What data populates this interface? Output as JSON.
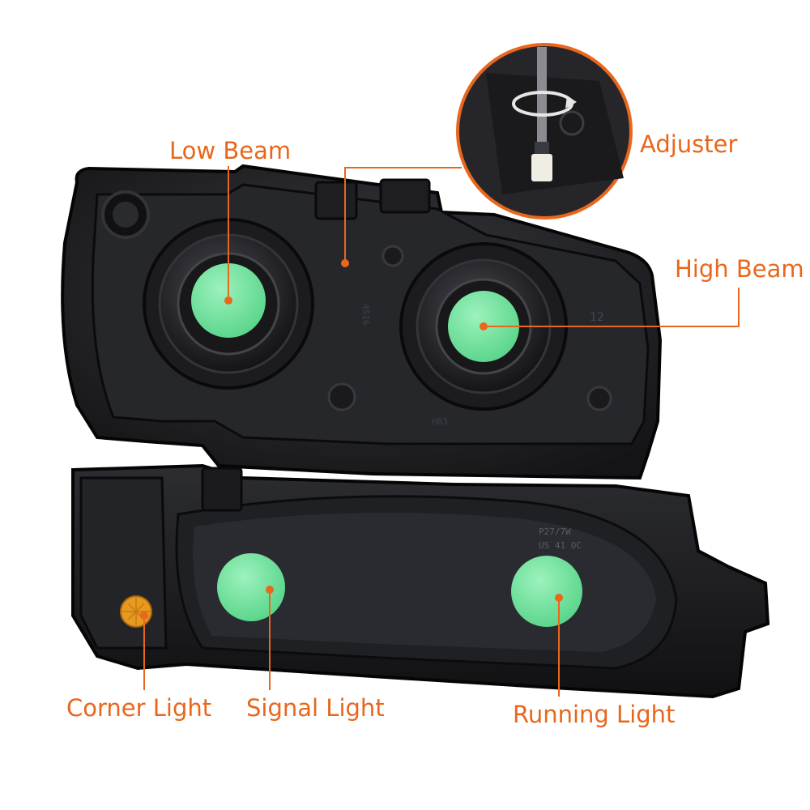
{
  "labels": {
    "low_beam": "Low Beam",
    "high_beam": "High Beam",
    "adjuster": "Adjuster",
    "corner_light": "Corner Light",
    "signal_light": "Signal Light",
    "running_light": "Running Light"
  },
  "housing_marks": {
    "upper_code_a": "4516",
    "upper_code_b": "12",
    "upper_code_c": "HB3",
    "lower_code_a": "P27/7W",
    "lower_code_b": "US 41 OC"
  },
  "colors": {
    "callout": "#e8671c",
    "bulb_marker": "#7de8a4",
    "housing": "#1a1a1d",
    "amber_reflector": "#e79a1f"
  }
}
